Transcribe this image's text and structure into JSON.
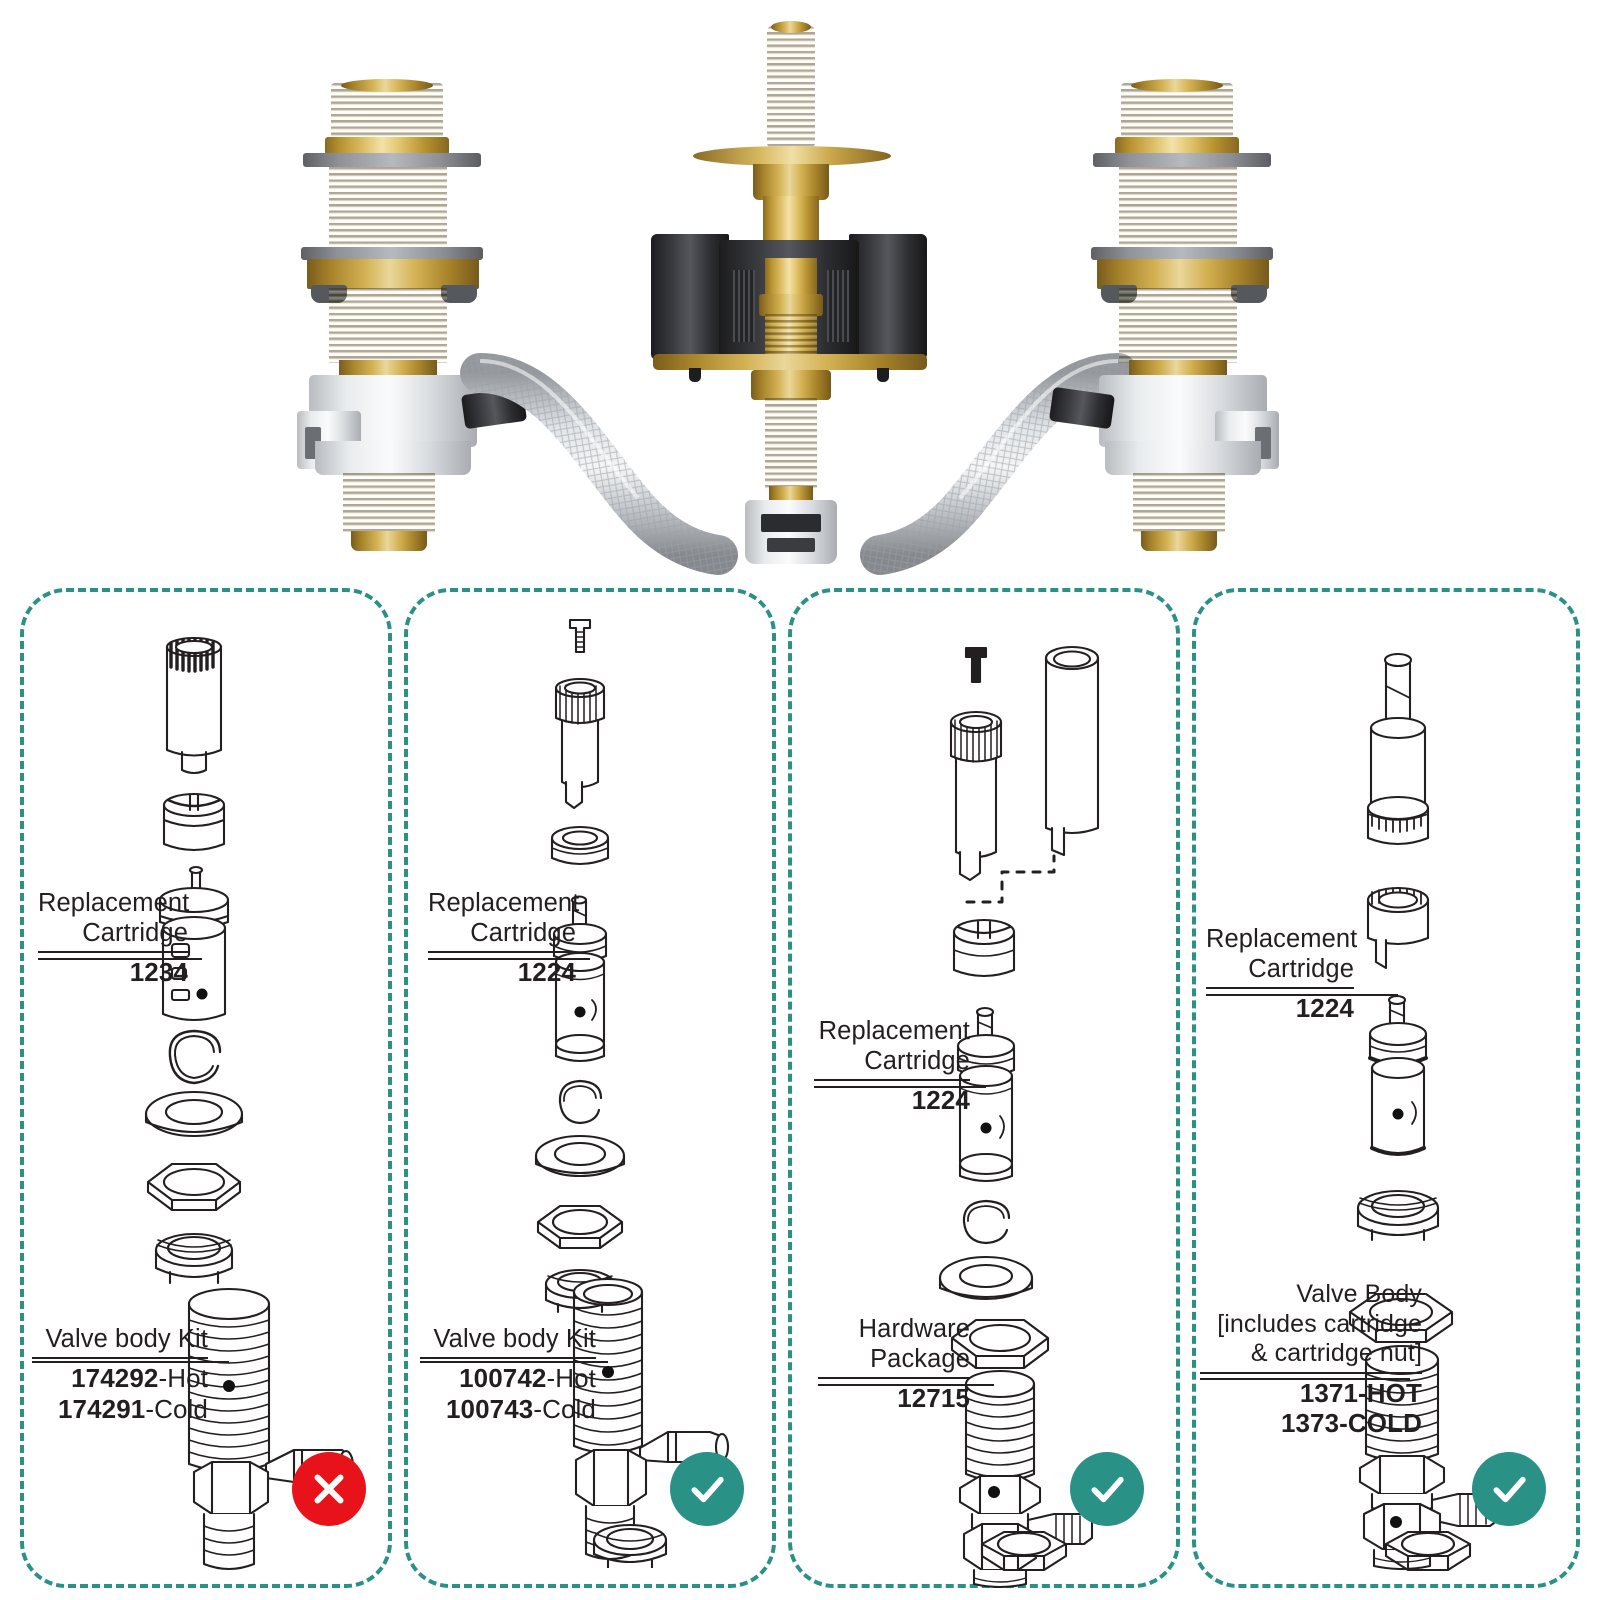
{
  "photo": {
    "alt": "brass roman tub faucet valve assembly with diverter and braided supply hoses",
    "parts": [
      {
        "name": "left-valve",
        "material": "brass"
      },
      {
        "name": "center-diverter",
        "material": "brass-and-black-plastic"
      },
      {
        "name": "right-valve",
        "material": "brass"
      },
      {
        "name": "braided-hose-left",
        "material": "braided-steel"
      },
      {
        "name": "braided-hose-right",
        "material": "braided-steel"
      }
    ]
  },
  "colors": {
    "teal": "#2a9187",
    "red": "#e8131a",
    "ink": "#231f20",
    "line": "#231f20",
    "brass": "#d4b254"
  },
  "panels": [
    {
      "id": "panel-1",
      "status": "incompatible",
      "status_icon": "x-icon",
      "labels": [
        {
          "name": "replacement-cartridge",
          "title_lines": [
            "Replacement",
            "Cartridge"
          ],
          "code": "1234",
          "code_suffix": ""
        },
        {
          "name": "valve-body-kit",
          "title_lines": [
            "Valve body Kit"
          ],
          "codes": [
            {
              "num": "174292",
              "suffix": "-Hot"
            },
            {
              "num": "174291",
              "suffix": "-Cold"
            }
          ]
        }
      ],
      "exploded_parts": [
        "splined-stem",
        "cartridge-nut",
        "cartridge-1234",
        "retaining-clip",
        "flat-washer",
        "hex-nut",
        "threaded-ring",
        "valve-body"
      ]
    },
    {
      "id": "panel-2",
      "status": "compatible",
      "status_icon": "check-icon",
      "labels": [
        {
          "name": "replacement-cartridge",
          "title_lines": [
            "Replacement",
            "Cartridge"
          ],
          "code": "1224",
          "code_suffix": ""
        },
        {
          "name": "valve-body-kit",
          "title_lines": [
            "Valve body Kit"
          ],
          "codes": [
            {
              "num": "100742",
              "suffix": "-Hot"
            },
            {
              "num": "100743",
              "suffix": "-Cold"
            }
          ]
        }
      ],
      "exploded_parts": [
        "screw",
        "knurled-stem",
        "bonnet-ring",
        "cartridge-1224",
        "retaining-clip",
        "flat-washer",
        "hex-nut",
        "threaded-ring",
        "valve-body",
        "coupling-nut"
      ]
    },
    {
      "id": "panel-3",
      "status": "compatible",
      "status_icon": "check-icon",
      "labels": [
        {
          "name": "replacement-cartridge",
          "title_lines": [
            "Replacement",
            "Cartridge"
          ],
          "code": "1224",
          "code_suffix": ""
        },
        {
          "name": "hardware-package",
          "title_lines": [
            "Hardware",
            "Package"
          ],
          "code": "12715",
          "code_suffix": ""
        }
      ],
      "exploded_parts": [
        "screw",
        "knurled-stem",
        "extension-sleeve",
        "cartridge-nut",
        "cartridge-1224",
        "retaining-clip",
        "flat-washer",
        "hex-nut",
        "valve-body",
        "coupling-nut"
      ]
    },
    {
      "id": "panel-4",
      "status": "compatible",
      "status_icon": "check-icon",
      "labels": [
        {
          "name": "replacement-cartridge",
          "title_lines": [
            "Replacement",
            "Cartridge"
          ],
          "code": "1224",
          "code_suffix": ""
        },
        {
          "name": "valve-body",
          "title_lines": [
            "Valve Body",
            "[includes cartridge",
            "& cartridge nut]"
          ],
          "codes": [
            {
              "num": "1371-HOT",
              "suffix": ""
            },
            {
              "num": "1373-COLD",
              "suffix": ""
            }
          ]
        }
      ],
      "exploded_parts": [
        "toothed-stem",
        "toothed-cartridge-nut",
        "cartridge-1224",
        "threaded-ring",
        "hex-nut",
        "valve-body",
        "coupling-nut"
      ]
    }
  ]
}
